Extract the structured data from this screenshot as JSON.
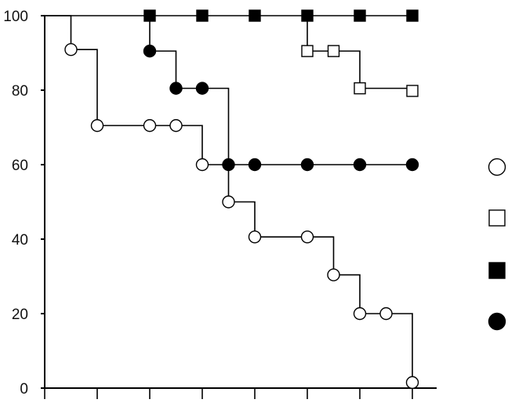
{
  "chart_data": {
    "type": "line",
    "step": true,
    "title": "",
    "xlabel": "",
    "ylabel": "",
    "ylim": [
      0,
      100
    ],
    "xlim": [
      0,
      14
    ],
    "y_ticks": [
      0,
      20,
      40,
      60,
      80,
      100
    ],
    "y_tick_labels": [
      "0",
      "20",
      "40",
      "60",
      "80",
      "100"
    ],
    "x_ticks": [
      0,
      2,
      4,
      6,
      8,
      10,
      12,
      14
    ],
    "grid": false,
    "legend": {
      "placement": "right",
      "markers": [
        "open-circle",
        "open-square",
        "filled-square",
        "filled-circle"
      ]
    },
    "series": [
      {
        "marker": "open-circle",
        "color": "#000000",
        "x": [
          1,
          2,
          4,
          5,
          6,
          7,
          8,
          10,
          11,
          12,
          13,
          14
        ],
        "y": [
          90.9,
          70.5,
          70.5,
          70.5,
          60,
          50,
          40.6,
          40.6,
          30.4,
          20,
          20,
          1.5
        ]
      },
      {
        "marker": "open-square",
        "color": "#000000",
        "x": [
          10,
          11,
          12,
          14
        ],
        "y": [
          90.5,
          90.5,
          80.5,
          79.8
        ]
      },
      {
        "marker": "filled-square",
        "color": "#000000",
        "x": [
          4,
          6,
          8,
          10,
          12,
          14
        ],
        "y": [
          100,
          100,
          100,
          100,
          100,
          100
        ]
      },
      {
        "marker": "filled-circle",
        "color": "#000000",
        "x": [
          4,
          5,
          6,
          7,
          8,
          10,
          12,
          14
        ],
        "y": [
          90.5,
          80.5,
          80.5,
          60,
          60,
          60,
          60,
          60
        ]
      }
    ]
  }
}
